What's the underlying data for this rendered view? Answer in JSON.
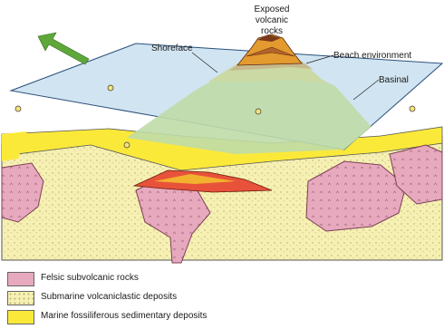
{
  "labels": {
    "exposed_volcanic_rocks": [
      "Exposed",
      "volcanic",
      "rocks"
    ],
    "shoreface": "Shoreface",
    "beach_environment": "Beach environment",
    "basinal": "Basinal"
  },
  "legend": [
    {
      "key": "felsic",
      "label": "Felsic subvolcanic rocks",
      "color": "#e7a9bd"
    },
    {
      "key": "volcaniclastic",
      "label": "Submarine volcaniclastic deposits",
      "color": "#f6f0b2"
    },
    {
      "key": "marine",
      "label": "Marine fossiliferous sedimentary deposits",
      "color": "#fbe93a"
    }
  ],
  "colors": {
    "sea_surface": "#c9dfee",
    "shoreface_zone": "#cbd9a4",
    "beach_zone": "#c7b98c",
    "basinal_zone": "#bfdca8",
    "volcano_core": "#7a3a1a",
    "volcano_band": "#e39a2e",
    "felsic": "#e7a9bd",
    "volcaniclastic": "#f6f0b2",
    "marine": "#fbe93a",
    "north_arrow": "#5ea83a"
  }
}
